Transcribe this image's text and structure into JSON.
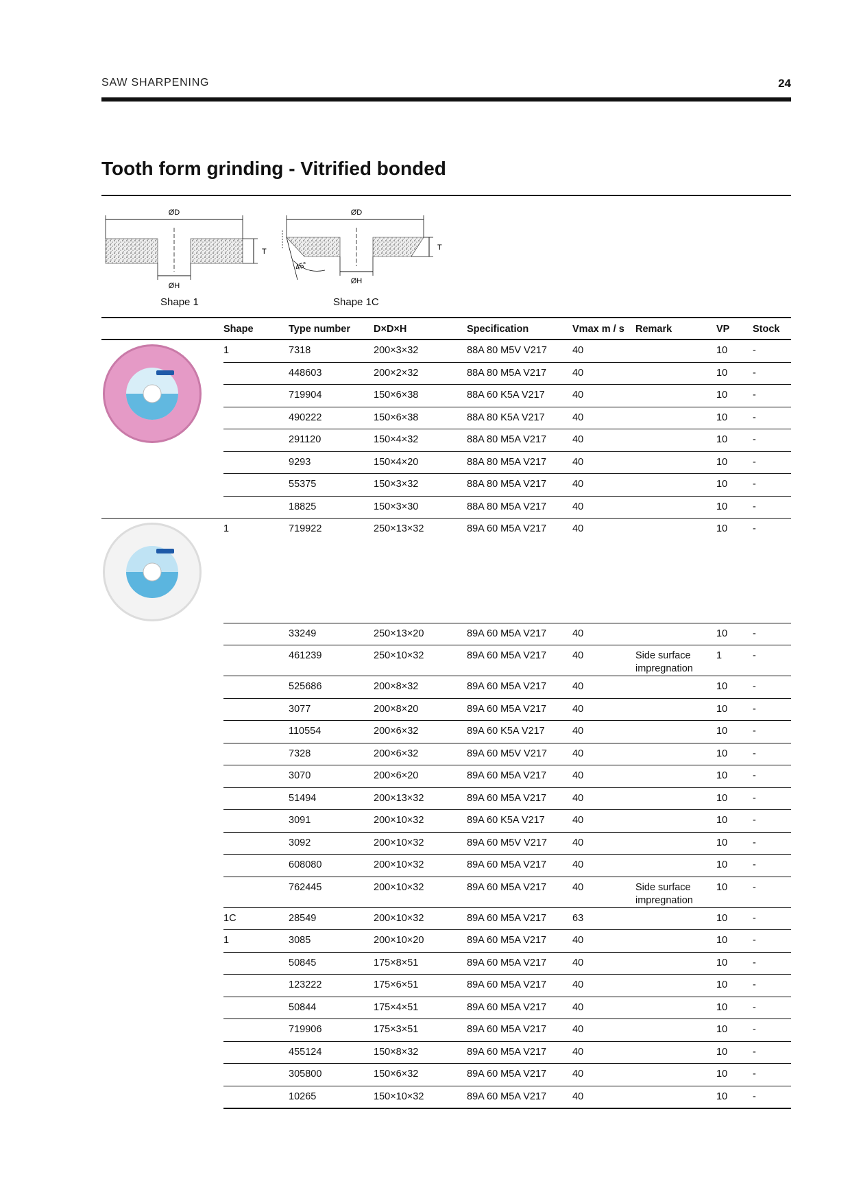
{
  "header": {
    "section": "SAW SHARPENING",
    "page_number": "24"
  },
  "title": "Tooth form grinding - Vitrified bonded",
  "diagrams": {
    "shape1": {
      "caption": "Shape 1",
      "label_d": "ØD",
      "label_h": "ØH",
      "label_t": "T"
    },
    "shape1c": {
      "caption": "Shape 1C",
      "label_d": "ØD",
      "label_h": "ØH",
      "label_t": "T",
      "angle": "45°"
    }
  },
  "columns": [
    "Shape",
    "Type number",
    "D×D×H",
    "Specification",
    "Vmax m / s",
    "Remark",
    "VP",
    "Stock"
  ],
  "groups": [
    {
      "wheel_color": "pink",
      "rows": [
        [
          "1",
          "7318",
          "200×3×32",
          "88A 80 M5V V217",
          "40",
          "",
          "10",
          "-"
        ],
        [
          "",
          "448603",
          "200×2×32",
          "88A 80 M5A V217",
          "40",
          "",
          "10",
          "-"
        ],
        [
          "",
          "719904",
          "150×6×38",
          "88A 60 K5A V217",
          "40",
          "",
          "10",
          "-"
        ],
        [
          "",
          "490222",
          "150×6×38",
          "88A 80 K5A V217",
          "40",
          "",
          "10",
          "-"
        ],
        [
          "",
          "291120",
          "150×4×32",
          "88A 80 M5A V217",
          "40",
          "",
          "10",
          "-"
        ],
        [
          "",
          "9293",
          "150×4×20",
          "88A 80 M5A V217",
          "40",
          "",
          "10",
          "-"
        ],
        [
          "",
          "55375",
          "150×3×32",
          "88A 80 M5A V217",
          "40",
          "",
          "10",
          "-"
        ],
        [
          "",
          "18825",
          "150×3×30",
          "88A 80 M5A V217",
          "40",
          "",
          "10",
          "-"
        ]
      ]
    },
    {
      "wheel_color": "white",
      "rows": [
        [
          "1",
          "719922",
          "250×13×32",
          "89A 60 M5A V217",
          "40",
          "",
          "10",
          "-"
        ],
        [
          "",
          "33249",
          "250×13×20",
          "89A 60 M5A V217",
          "40",
          "",
          "10",
          "-"
        ],
        [
          "",
          "461239",
          "250×10×32",
          "89A 60 M5A V217",
          "40",
          "Side surface impregnation",
          "1",
          "-"
        ],
        [
          "",
          "525686",
          "200×8×32",
          "89A 60 M5A V217",
          "40",
          "",
          "10",
          "-"
        ],
        [
          "",
          "3077",
          "200×8×20",
          "89A 60 M5A V217",
          "40",
          "",
          "10",
          "-"
        ],
        [
          "",
          "110554",
          "200×6×32",
          "89A 60 K5A V217",
          "40",
          "",
          "10",
          "-"
        ],
        [
          "",
          "7328",
          "200×6×32",
          "89A 60 M5V V217",
          "40",
          "",
          "10",
          "-"
        ],
        [
          "",
          "3070",
          "200×6×20",
          "89A 60 M5A V217",
          "40",
          "",
          "10",
          "-"
        ],
        [
          "",
          "51494",
          "200×13×32",
          "89A 60 M5A V217",
          "40",
          "",
          "10",
          "-"
        ],
        [
          "",
          "3091",
          "200×10×32",
          "89A 60 K5A V217",
          "40",
          "",
          "10",
          "-"
        ],
        [
          "",
          "3092",
          "200×10×32",
          "89A 60 M5V V217",
          "40",
          "",
          "10",
          "-"
        ],
        [
          "",
          "608080",
          "200×10×32",
          "89A 60 M5A V217",
          "40",
          "",
          "10",
          "-"
        ],
        [
          "",
          "762445",
          "200×10×32",
          "89A 60 M5A V217",
          "40",
          "Side surface impregnation",
          "10",
          "-"
        ],
        [
          "1C",
          "28549",
          "200×10×32",
          "89A 60 M5A V217",
          "63",
          "",
          "10",
          "-"
        ],
        [
          "1",
          "3085",
          "200×10×20",
          "89A 60 M5A V217",
          "40",
          "",
          "10",
          "-"
        ],
        [
          "",
          "50845",
          "175×8×51",
          "89A 60 M5A V217",
          "40",
          "",
          "10",
          "-"
        ],
        [
          "",
          "123222",
          "175×6×51",
          "89A 60 M5A V217",
          "40",
          "",
          "10",
          "-"
        ],
        [
          "",
          "50844",
          "175×4×51",
          "89A 60 M5A V217",
          "40",
          "",
          "10",
          "-"
        ],
        [
          "",
          "719906",
          "175×3×51",
          "89A 60 M5A V217",
          "40",
          "",
          "10",
          "-"
        ],
        [
          "",
          "455124",
          "150×8×32",
          "89A 60 M5A V217",
          "40",
          "",
          "10",
          "-"
        ],
        [
          "",
          "305800",
          "150×6×32",
          "89A 60 M5A V217",
          "40",
          "",
          "10",
          "-"
        ],
        [
          "",
          "10265",
          "150×10×32",
          "89A 60 M5A V217",
          "40",
          "",
          "10",
          "-"
        ]
      ]
    }
  ]
}
